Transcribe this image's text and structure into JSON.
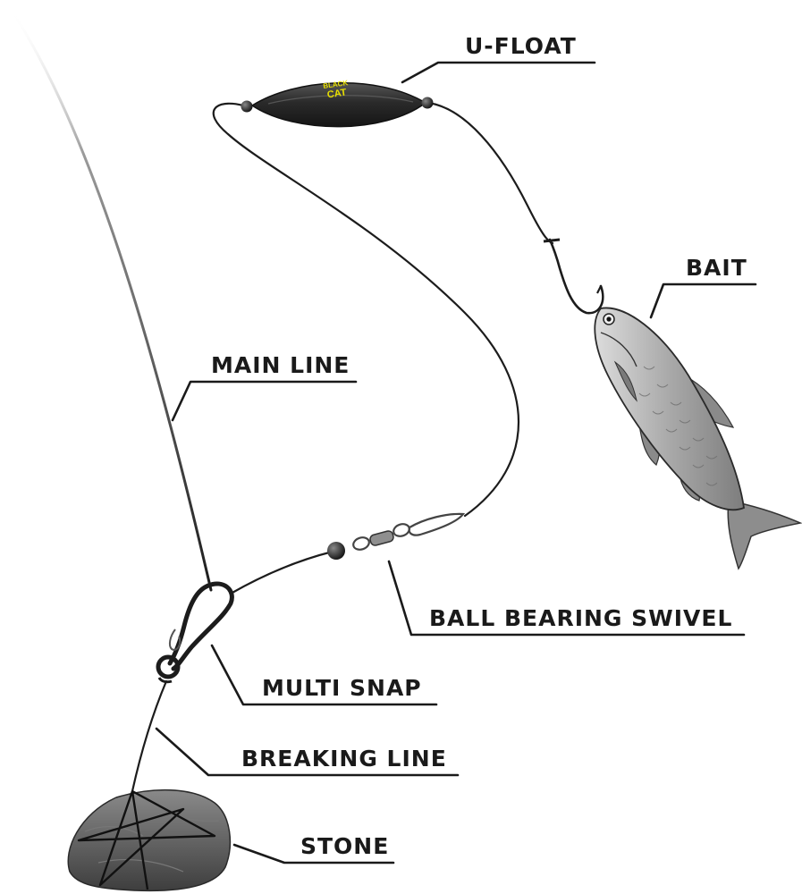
{
  "labels": {
    "u_float": "U-FLOAT",
    "bait": "BAIT",
    "main_line": "MAIN LINE",
    "ball_bearing_swivel": "BALL BEARING SWIVEL",
    "multi_snap": "MULTI SNAP",
    "breaking_line": "BREAKING LINE",
    "stone": "STONE"
  },
  "float_brand": {
    "line1": "BLACK",
    "line2": "CAT"
  },
  "colors": {
    "text": "#1a1a1a",
    "float_body": "#2e2e2e",
    "brand_yellow": "#e8e000",
    "fish_body": "#b9b9b9",
    "stone": "#5a5a5a"
  }
}
